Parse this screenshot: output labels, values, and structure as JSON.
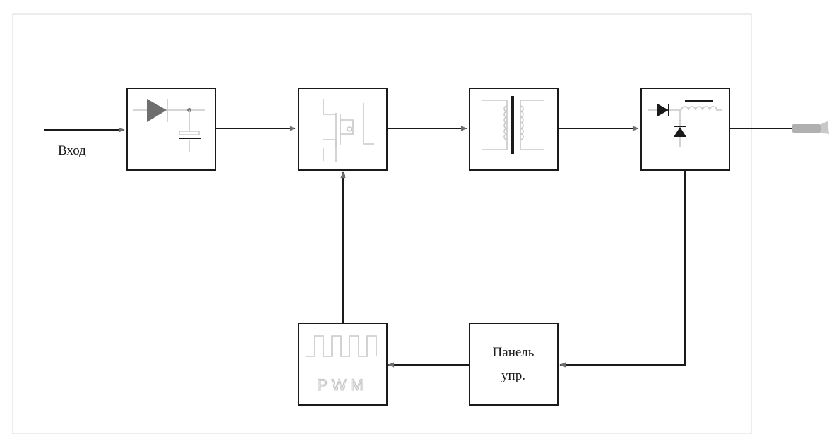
{
  "labels": {
    "input": "Вход",
    "panel_line1": "Панель",
    "panel_line2": "упр.",
    "pwm": "PWM"
  },
  "icons": {
    "rectifier": "diode-capacitor-icon",
    "switch": "mosfet-icon",
    "transformer": "transformer-icon",
    "output_rectifier": "diode-inductor-icon",
    "pwm": "square-wave-icon",
    "output_plug": "plug-icon"
  },
  "colors": {
    "line": "#1a1a1a",
    "arrow": "#6e6e6e",
    "symbol": "#c8c8c8",
    "frame": "#e6e6e6",
    "plug": "#b0b0b0"
  }
}
